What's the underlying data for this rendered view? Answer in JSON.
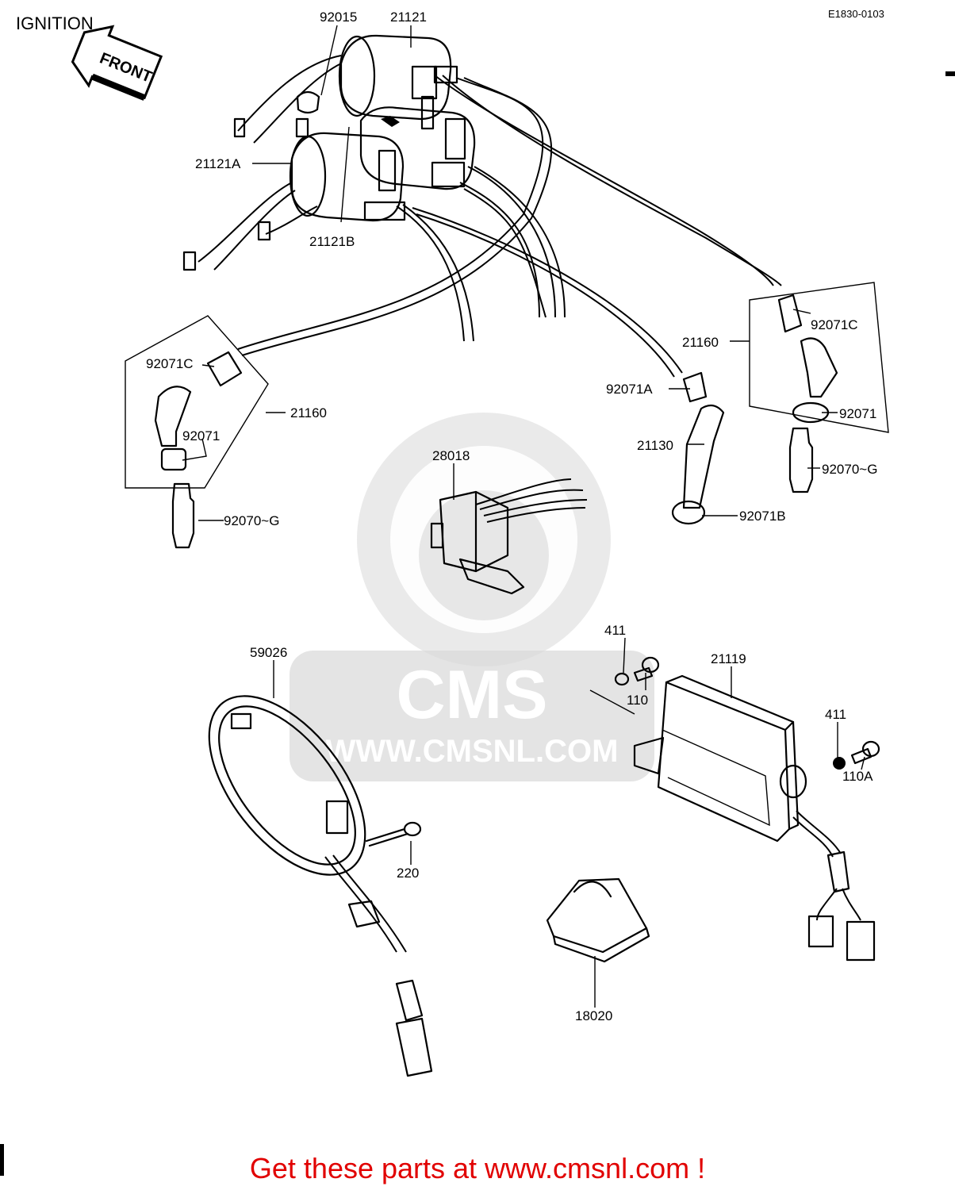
{
  "diagram": {
    "title": "IGNITION",
    "code": "E1830-0103",
    "front_label": "FRONT",
    "watermark": {
      "brand": "CMS",
      "url": "WWW.CMSNL.COM"
    },
    "part_labels": {
      "p92015": "92015",
      "p21121": "21121",
      "p21121A": "21121A",
      "p21121B": "21121B",
      "p21160_left": "21160",
      "p21160_right": "21160",
      "p92071C_left": "92071C",
      "p92071C_right": "92071C",
      "p92071_left": "92071",
      "p92071_right": "92071",
      "p92070G_left": "92070~G",
      "p92070G_right": "92070~G",
      "p92071A": "92071A",
      "p21130": "21130",
      "p92071B": "92071B",
      "p28018": "28018",
      "p59026": "59026",
      "p411_top": "411",
      "p110": "110",
      "p21119": "21119",
      "p411_right": "411",
      "p110A": "110A",
      "p220": "220",
      "p18020": "18020"
    },
    "footer": "Get these parts at www.cmsnl.com !"
  }
}
